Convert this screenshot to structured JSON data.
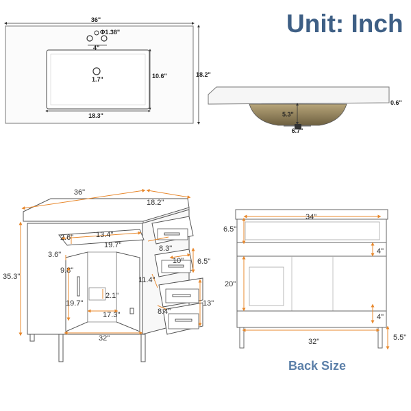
{
  "header": {
    "title": "Unit: Inch"
  },
  "top_view": {
    "width": "36\"",
    "depth": "18.2\"",
    "faucet_hole": "Φ1.38\"",
    "hole_spacing": "4\"",
    "drain": "1.7\"",
    "basin_width": "18.3\"",
    "basin_depth": "10.6\""
  },
  "side_view": {
    "top_thickness": "0.6\"",
    "bowl_depth": "5.3\"",
    "drain_width": "6.7\""
  },
  "front_view": {
    "width": "36\"",
    "depth": "18.2\"",
    "height": "35.3\"",
    "drawer_false_height": "2.6\"",
    "drawer_false_width": "13.4\"",
    "shelf_width": "19.7\"",
    "small_drawer_height": "3.6\"",
    "door_inner_width": "9.8\"",
    "drawer_height_upper": "8.3\"",
    "drawer_width": "10\"",
    "drawer_depth": "6.5\"",
    "drawer_side": "11.4\"",
    "cabinet_inner_height": "19.7\"",
    "shelf_height": "2.1\"",
    "interior_width": "17.3\"",
    "drawer_low_height": "8.4\"",
    "drawer_stack_height": "13\"",
    "base_width": "32\""
  },
  "back_view": {
    "label": "Back Size",
    "top_width": "34\"",
    "top_height": "6.5\"",
    "upper_gap": "4\"",
    "middle_height": "20\"",
    "lower_gap": "4\"",
    "base_width": "32\"",
    "leg_height": "5.5\""
  },
  "colors": {
    "title": "#3e5f85",
    "dimension": "#e8882c",
    "line": "#555555",
    "basin_shadow": "#8f7f5a"
  }
}
